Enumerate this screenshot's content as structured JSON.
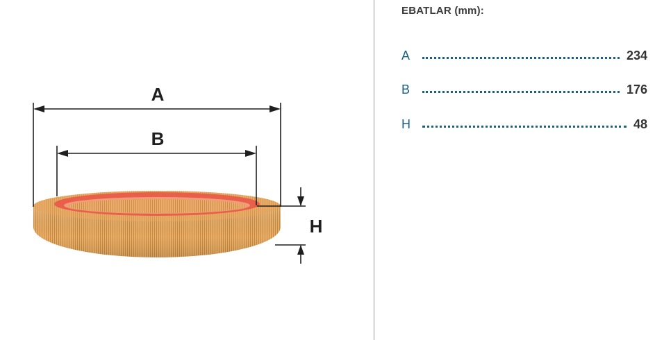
{
  "diagram": {
    "label_a": "A",
    "label_b": "B",
    "label_h": "H",
    "colors": {
      "paper": "#e9a85a",
      "paper_dark": "#c98a3f",
      "gasket": "#e8604a",
      "gasket_light": "#f29a7a",
      "line": "#1f1f1f"
    }
  },
  "dimensions": {
    "title": "EBATLAR (mm):",
    "rows": [
      {
        "letter": "A",
        "value": "234"
      },
      {
        "letter": "B",
        "value": "176"
      },
      {
        "letter": "H",
        "value": "48"
      }
    ]
  }
}
